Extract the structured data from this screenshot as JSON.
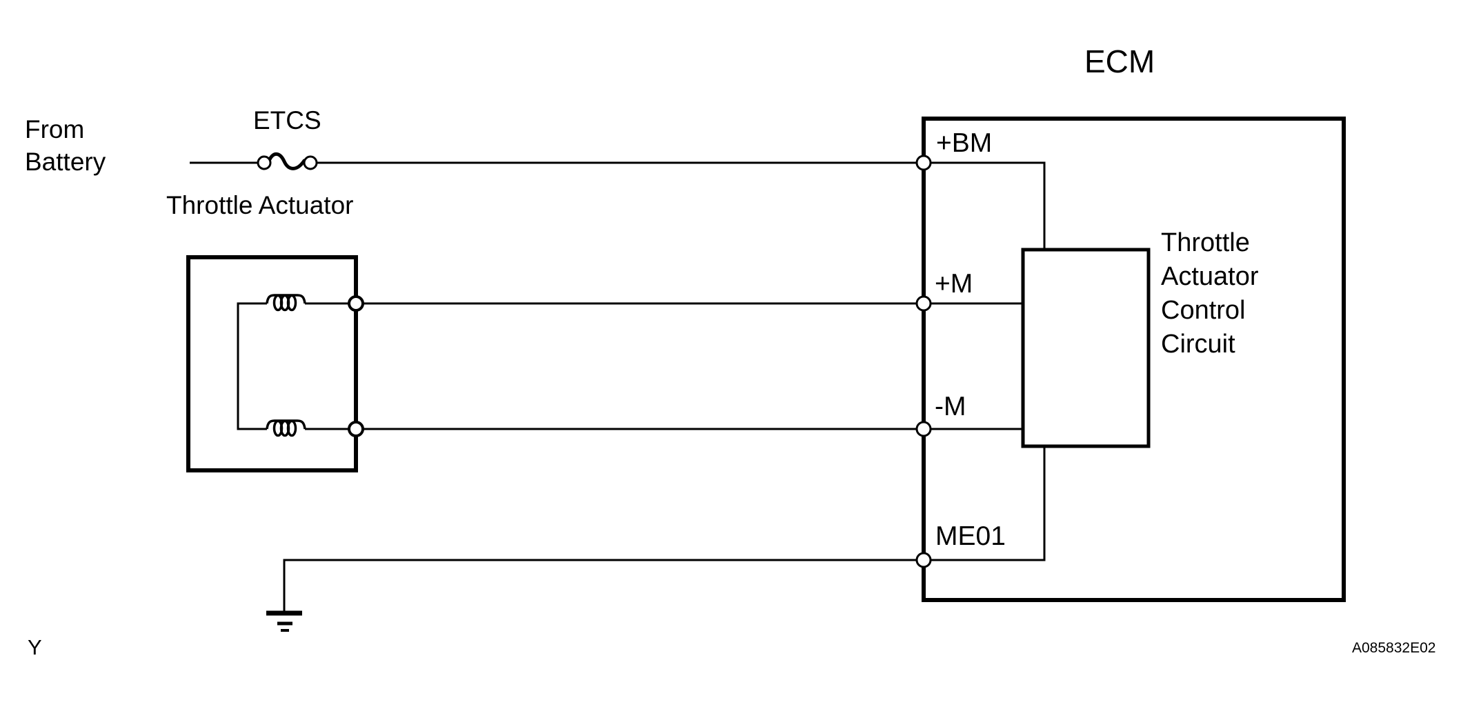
{
  "diagram": {
    "components": {
      "source_label": "From\nBattery",
      "fuse_label": "ETCS",
      "actuator_label": "Throttle Actuator",
      "ecm_label": "ECM",
      "control_circuit_label": "Throttle\nActuator\nControl\nCircuit"
    },
    "terminals": {
      "bm": "+BM",
      "m_plus": "+M",
      "m_minus": "-M",
      "me01": "ME01"
    },
    "footer": {
      "page_marker": "Y",
      "figure_id": "A085832E02"
    },
    "symbols": {
      "fuse": "fuse-symbol",
      "motor_windings": "coil-icon",
      "ground": "ground-icon",
      "connection_points": "junction-terminal"
    },
    "colors": {
      "line": "#000000",
      "background": "#ffffff"
    }
  }
}
